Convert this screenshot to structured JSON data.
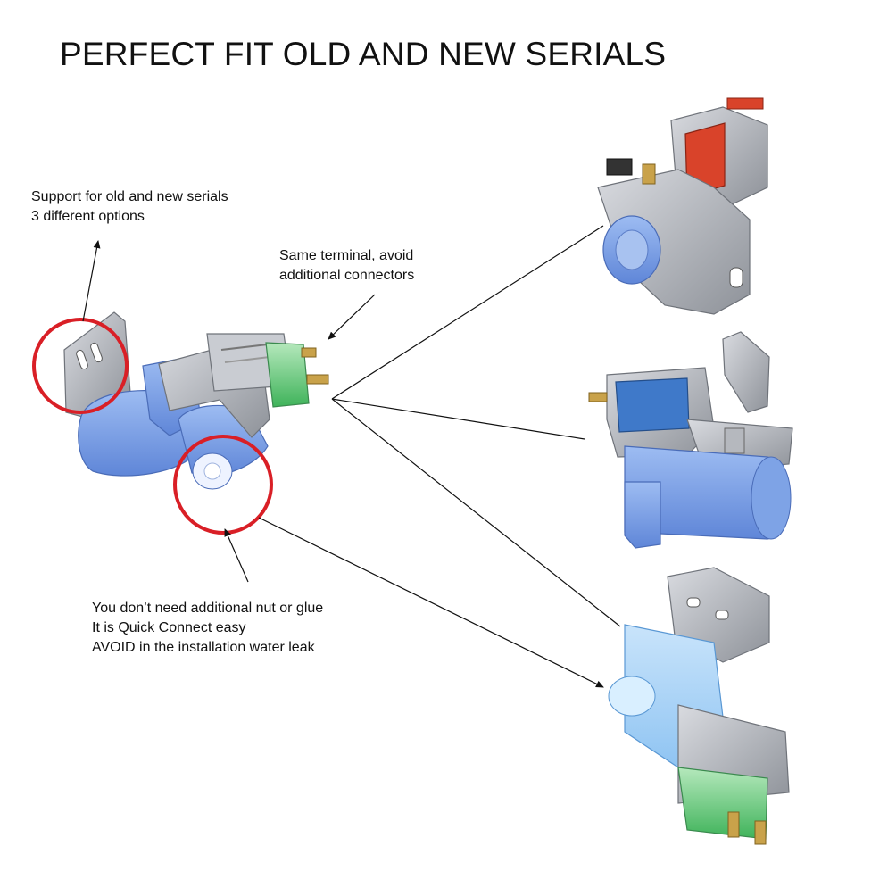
{
  "title": "PERFECT FIT OLD AND NEW SERIALS",
  "notes": {
    "support": {
      "line1": "Support for old and new serials",
      "line2": "3 different options"
    },
    "terminal": {
      "line1": "Same terminal, avoid",
      "line2": "additional connectors"
    },
    "quick_connect": {
      "line1": "You don’t need additional nut or glue",
      "line2": "It is Quick Connect easy",
      "line3": "AVOID in the installation water leak"
    }
  },
  "colors": {
    "highlight_circle": "#d91f26",
    "valve_blue": "#7fa4e8",
    "metal": "#b9bcc2",
    "coil_green": "#8fd19a",
    "coil_red": "#d9432a",
    "arrow": "#111111"
  },
  "images": [
    "main-water-valve-image",
    "option-valve-1-image",
    "option-valve-2-image",
    "option-valve-3-image"
  ]
}
